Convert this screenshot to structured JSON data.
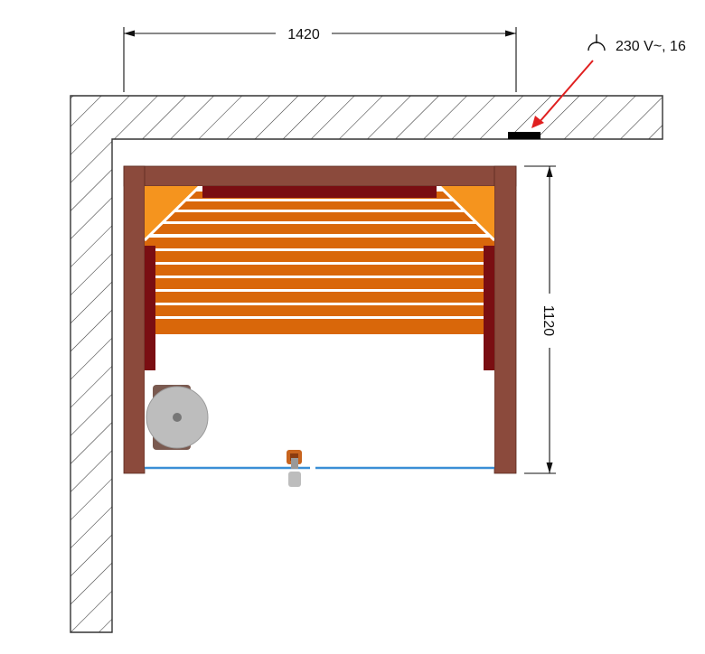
{
  "dimensions": {
    "width_label": "1420",
    "depth_label": "1120"
  },
  "power_outlet": {
    "label": "230 V~, 16",
    "icon": "outlet-symbol-icon"
  },
  "colors": {
    "wall_hatch": "#333333",
    "cabin_frame": "#8B4A3C",
    "backrest": "#7A0E12",
    "bench_slat": "#D9670A",
    "corner_triangle": "#F5941E",
    "door_glass": "#3A8FD6",
    "heater": "#B8B8B8",
    "pointer_arrow": "#E02020"
  }
}
